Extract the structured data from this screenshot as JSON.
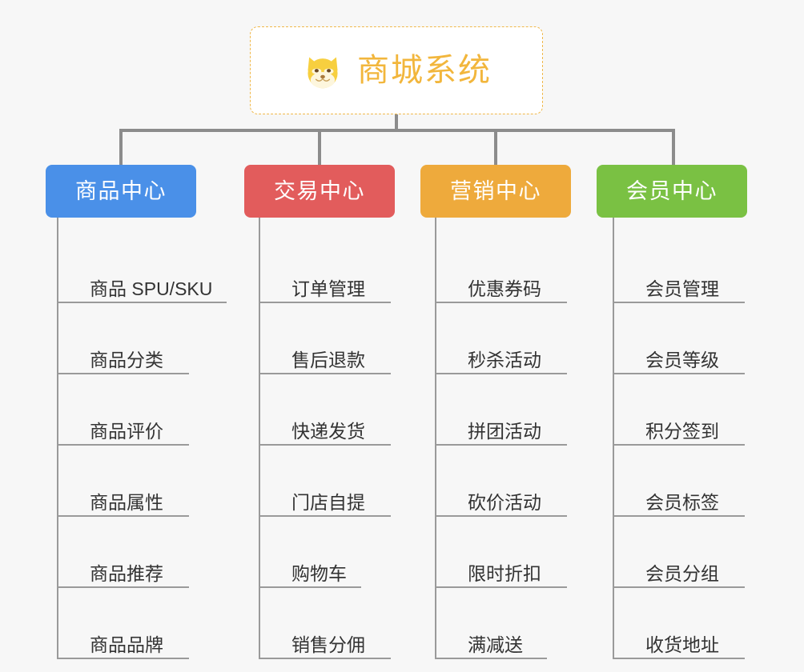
{
  "background_color": "#f7f7f7",
  "connector_color": "#8c8c8c",
  "leaf_line_color": "#9a9a9a",
  "root": {
    "title": "商城系统",
    "icon": "shiba-dog-face-icon",
    "text_color": "#f2b63c",
    "border_color": "#f0b84a",
    "background": "#ffffff"
  },
  "columns": [
    {
      "header": "商品中心",
      "color": "#4a90e8",
      "items": [
        "商品 SPU/SKU",
        "商品分类",
        "商品评价",
        "商品属性",
        "商品推荐",
        "商品品牌"
      ],
      "underline_widths": [
        212,
        165,
        165,
        165,
        165,
        165
      ]
    },
    {
      "header": "交易中心",
      "color": "#e25c5c",
      "items": [
        "订单管理",
        "售后退款",
        "快递发货",
        "门店自提",
        "购物车",
        "销售分佣"
      ],
      "underline_widths": [
        165,
        165,
        165,
        165,
        128,
        165
      ]
    },
    {
      "header": "营销中心",
      "color": "#eeaa3c",
      "items": [
        "优惠券码",
        "秒杀活动",
        "拼团活动",
        "砍价活动",
        "限时折扣",
        "满减送"
      ],
      "underline_widths": [
        165,
        165,
        165,
        165,
        165,
        140
      ]
    },
    {
      "header": "会员中心",
      "color": "#77c council"
    }
  ]
}
